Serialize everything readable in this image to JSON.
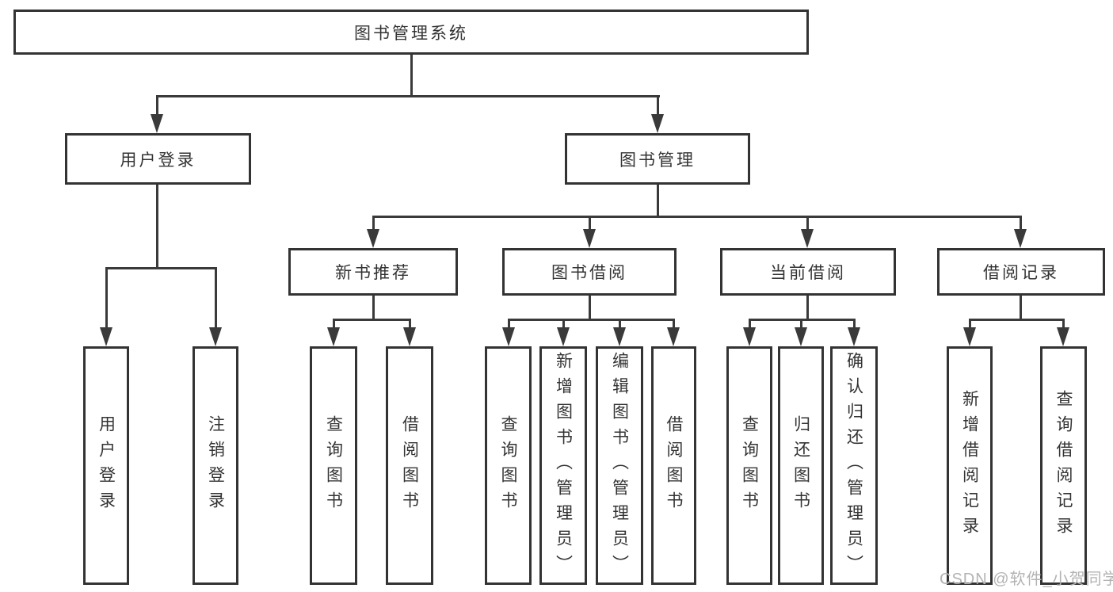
{
  "colors": {
    "line": "#3a3a3a",
    "box_border": "#333333",
    "text": "#333333",
    "watermark": "#b3b3b3",
    "background": "#ffffff"
  },
  "tree": {
    "root": {
      "label": "图书管理系统",
      "children": [
        {
          "label": "用户登录",
          "children": [
            {
              "label": "用户登录"
            },
            {
              "label": "注销登录"
            }
          ]
        },
        {
          "label": "图书管理",
          "children": [
            {
              "label": "新书推荐",
              "children": [
                {
                  "label": "查询图书"
                },
                {
                  "label": "借阅图书"
                }
              ]
            },
            {
              "label": "图书借阅",
              "children": [
                {
                  "label": "查询图书"
                },
                {
                  "label": "新增图书（管理员）"
                },
                {
                  "label": "编辑图书（管理员）"
                },
                {
                  "label": "借阅图书"
                }
              ]
            },
            {
              "label": "当前借阅",
              "children": [
                {
                  "label": "查询图书"
                },
                {
                  "label": "归还图书"
                },
                {
                  "label": "确认归还（管理员）"
                }
              ]
            },
            {
              "label": "借阅记录",
              "children": [
                {
                  "label": "新增借阅记录"
                },
                {
                  "label": "查询借阅记录"
                }
              ]
            }
          ]
        }
      ]
    }
  },
  "watermark": {
    "text": "CSDN @软件_小贺同学"
  }
}
